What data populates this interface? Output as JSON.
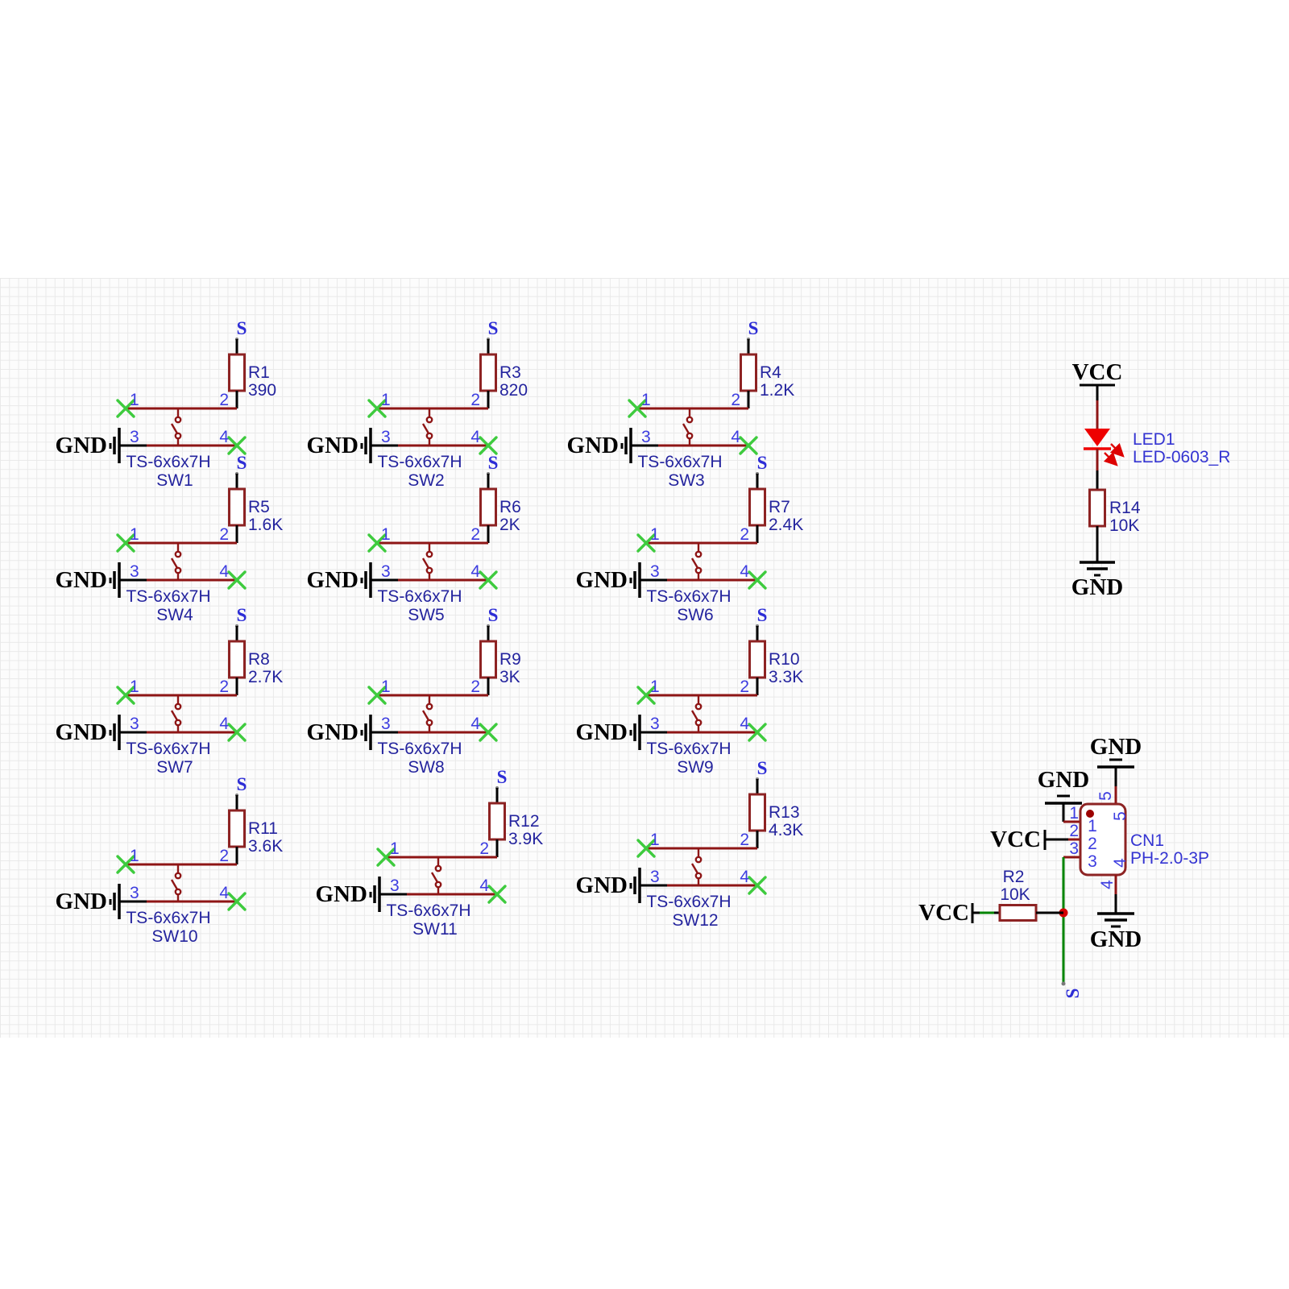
{
  "schematic": {
    "net_label": "S",
    "ground_label": "GND",
    "power_label": "VCC",
    "switch_part": "TS-6x6x7H",
    "pin_labels": {
      "p1": "1",
      "p2": "2",
      "p3": "3",
      "p4": "4"
    },
    "switches": [
      {
        "ref": "SW1",
        "resistor_ref": "R1",
        "resistor_value": "390"
      },
      {
        "ref": "SW2",
        "resistor_ref": "R3",
        "resistor_value": "820"
      },
      {
        "ref": "SW3",
        "resistor_ref": "R4",
        "resistor_value": "1.2K"
      },
      {
        "ref": "SW4",
        "resistor_ref": "R5",
        "resistor_value": "1.6K"
      },
      {
        "ref": "SW5",
        "resistor_ref": "R6",
        "resistor_value": "2K"
      },
      {
        "ref": "SW6",
        "resistor_ref": "R7",
        "resistor_value": "2.4K"
      },
      {
        "ref": "SW7",
        "resistor_ref": "R8",
        "resistor_value": "2.7K"
      },
      {
        "ref": "SW8",
        "resistor_ref": "R9",
        "resistor_value": "3K"
      },
      {
        "ref": "SW9",
        "resistor_ref": "R10",
        "resistor_value": "3.3K"
      },
      {
        "ref": "SW10",
        "resistor_ref": "R11",
        "resistor_value": "3.6K"
      },
      {
        "ref": "SW11",
        "resistor_ref": "R12",
        "resistor_value": "3.9K"
      },
      {
        "ref": "SW12",
        "resistor_ref": "R13",
        "resistor_value": "4.3K"
      }
    ],
    "led_circuit": {
      "power": "VCC",
      "ref": "LED1",
      "part": "LED-0603_R",
      "resistor_ref": "R14",
      "resistor_value": "10K",
      "ground": "GND"
    },
    "connector_circuit": {
      "ref": "CN1",
      "part": "PH-2.0-3P",
      "pins_left": [
        "1",
        "2",
        "3"
      ],
      "pin_right_top": "5",
      "pin_right_bottom": "4",
      "resistor_ref": "R2",
      "resistor_value": "10K",
      "net": "S"
    },
    "colors": {
      "wire_black": "#000000",
      "wire_red": "#8e1515",
      "wire_green": "#008400",
      "component_outline": "#8d2323",
      "no_connect_green": "#3ecb3e",
      "led_red": "#ee0000",
      "junction_red": "#d40000",
      "label_blue": "#24249e",
      "pin_blue": "#3d3de0",
      "net_blue": "#2d2dd6",
      "grid_line": "#e9e9e9"
    }
  }
}
